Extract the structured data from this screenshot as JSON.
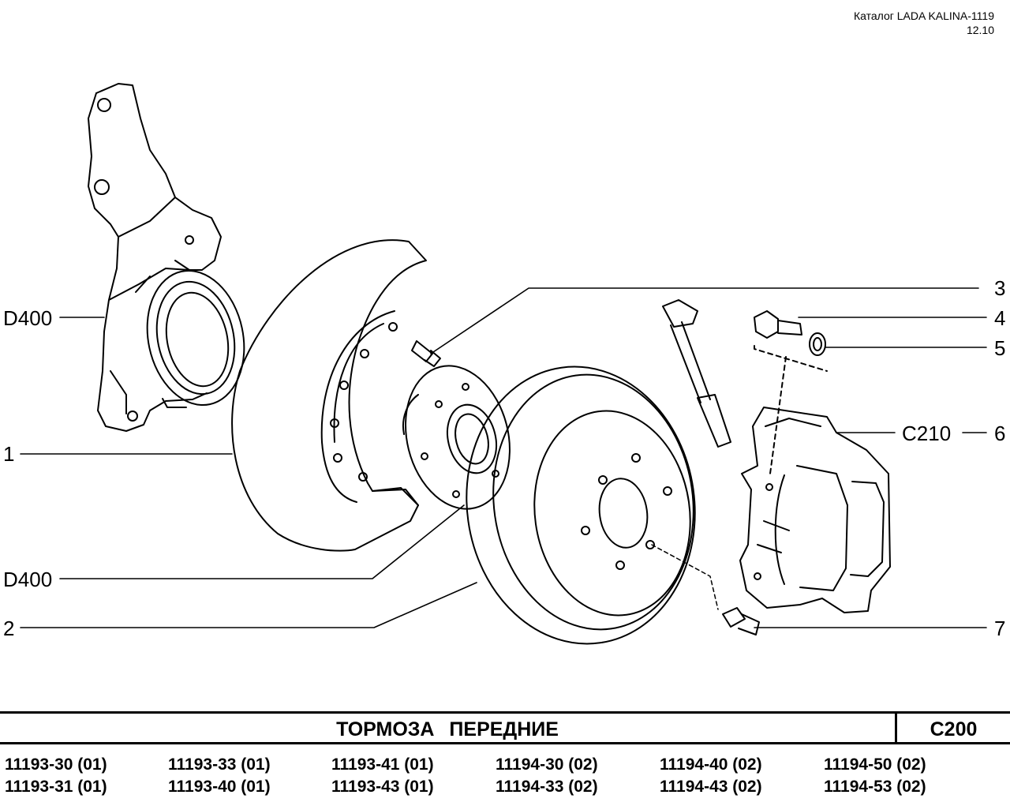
{
  "header": {
    "catalog": "Каталог LADA KALINA-1119",
    "date": "12.10"
  },
  "callouts": {
    "knuckle_top": "D400",
    "shield": "1",
    "hub": "D400",
    "disc": "2",
    "bolt": "3",
    "caliper_bolt": "4",
    "washer": "5",
    "caliper_ref": "C210",
    "caliper": "6",
    "stud": "7"
  },
  "title_bar": {
    "title": "ТОРМОЗА ПЕРЕДНИЕ",
    "code": "C200"
  },
  "models": [
    [
      "11193-30 (01)",
      "11193-31 (01)"
    ],
    [
      "11193-33 (01)",
      "11193-40 (01)"
    ],
    [
      "11193-41 (01)",
      "11193-43 (01)"
    ],
    [
      "11194-30 (02)",
      "11194-33 (02)"
    ],
    [
      "11194-40 (02)",
      "11194-43 (02)"
    ],
    [
      "11194-50 (02)",
      "11194-53 (02)"
    ]
  ]
}
